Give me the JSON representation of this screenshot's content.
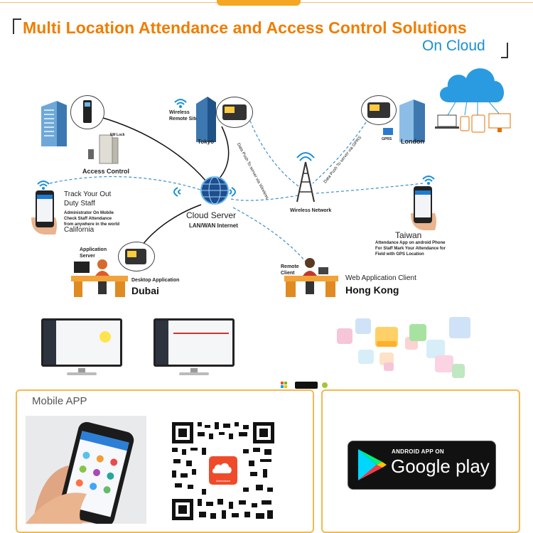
{
  "header": {
    "title": "Multi Location Attendance and Access Control Solutions",
    "subtitle": "On Cloud"
  },
  "nodes": {
    "access_control": "Access Control",
    "lock_label": "EM Lock",
    "wireless_remote_site": "Wireless\nRemote Site",
    "tokyo": "Tokyo",
    "london": "London",
    "gprs": "GPRS",
    "cloud_server": "Cloud Server",
    "lan_wan": "LAN/WAN Internet",
    "wireless_network": "Wireless Network",
    "push_left": "Data Push To server via Wireless",
    "push_right": "Data Push To server via GPRS",
    "track_title_1": "Track Your Out",
    "track_title_2": "Duty Staff",
    "track_desc": "Administrator On Mobile\nCheck Staff Attendance\nfrom anywhere in the world",
    "california": "California",
    "taiwan": "Taiwan",
    "taiwan_desc": "Attendance App on android Phone\nFor Staff Mark Your Attendance for\nField with GPS Location",
    "application_server": "Application\nServer",
    "desktop_application": "Desktop Application",
    "dubai": "Dubai",
    "remote_client": "Remote\nClient",
    "web_application_client": "Web Application Client",
    "hong_kong": "Hong Kong"
  },
  "mobile_app": {
    "label": "Mobile APP",
    "qr_center_text": "Attendance"
  },
  "store_badge": {
    "small": "ANDROID APP ON",
    "big_1": "Google",
    "big_2": "play"
  },
  "colors": {
    "accent_orange": "#ef7d00",
    "cloud_blue": "#1a8fd6",
    "panel_border": "#f5b850"
  }
}
